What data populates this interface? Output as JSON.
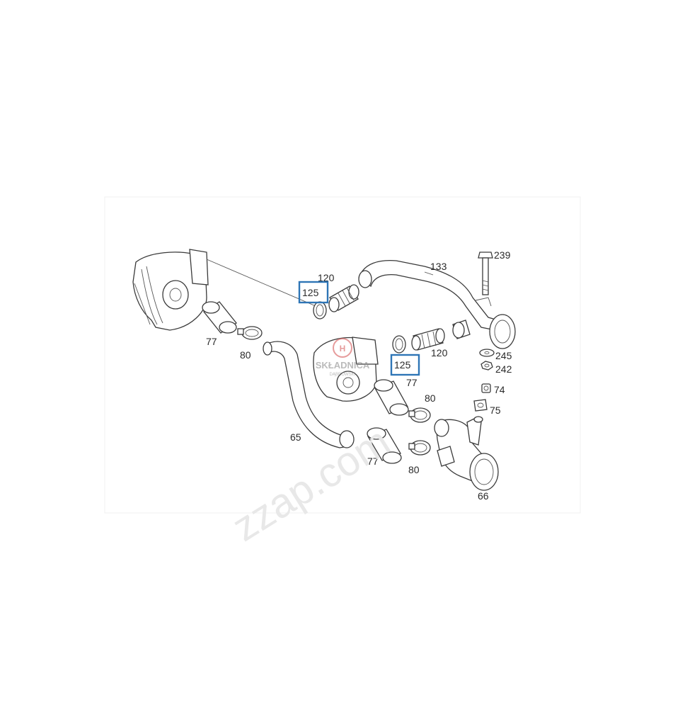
{
  "diagram": {
    "labels": {
      "p239": "239",
      "p133": "133",
      "p120a": "120",
      "p125a": "125",
      "p77a": "77",
      "p80a": "80",
      "p245": "245",
      "p242": "242",
      "p120b": "120",
      "p125b": "125",
      "p77b": "77",
      "p74": "74",
      "p75": "75",
      "p80b": "80",
      "p65": "65",
      "p77c": "77",
      "p80c": "80",
      "p66": "66"
    },
    "highlight_color": "#2e75b6"
  },
  "logo": {
    "name": "SKŁADNICA",
    "sub": "DĄBROWSKI"
  },
  "watermark": "zzap.com"
}
